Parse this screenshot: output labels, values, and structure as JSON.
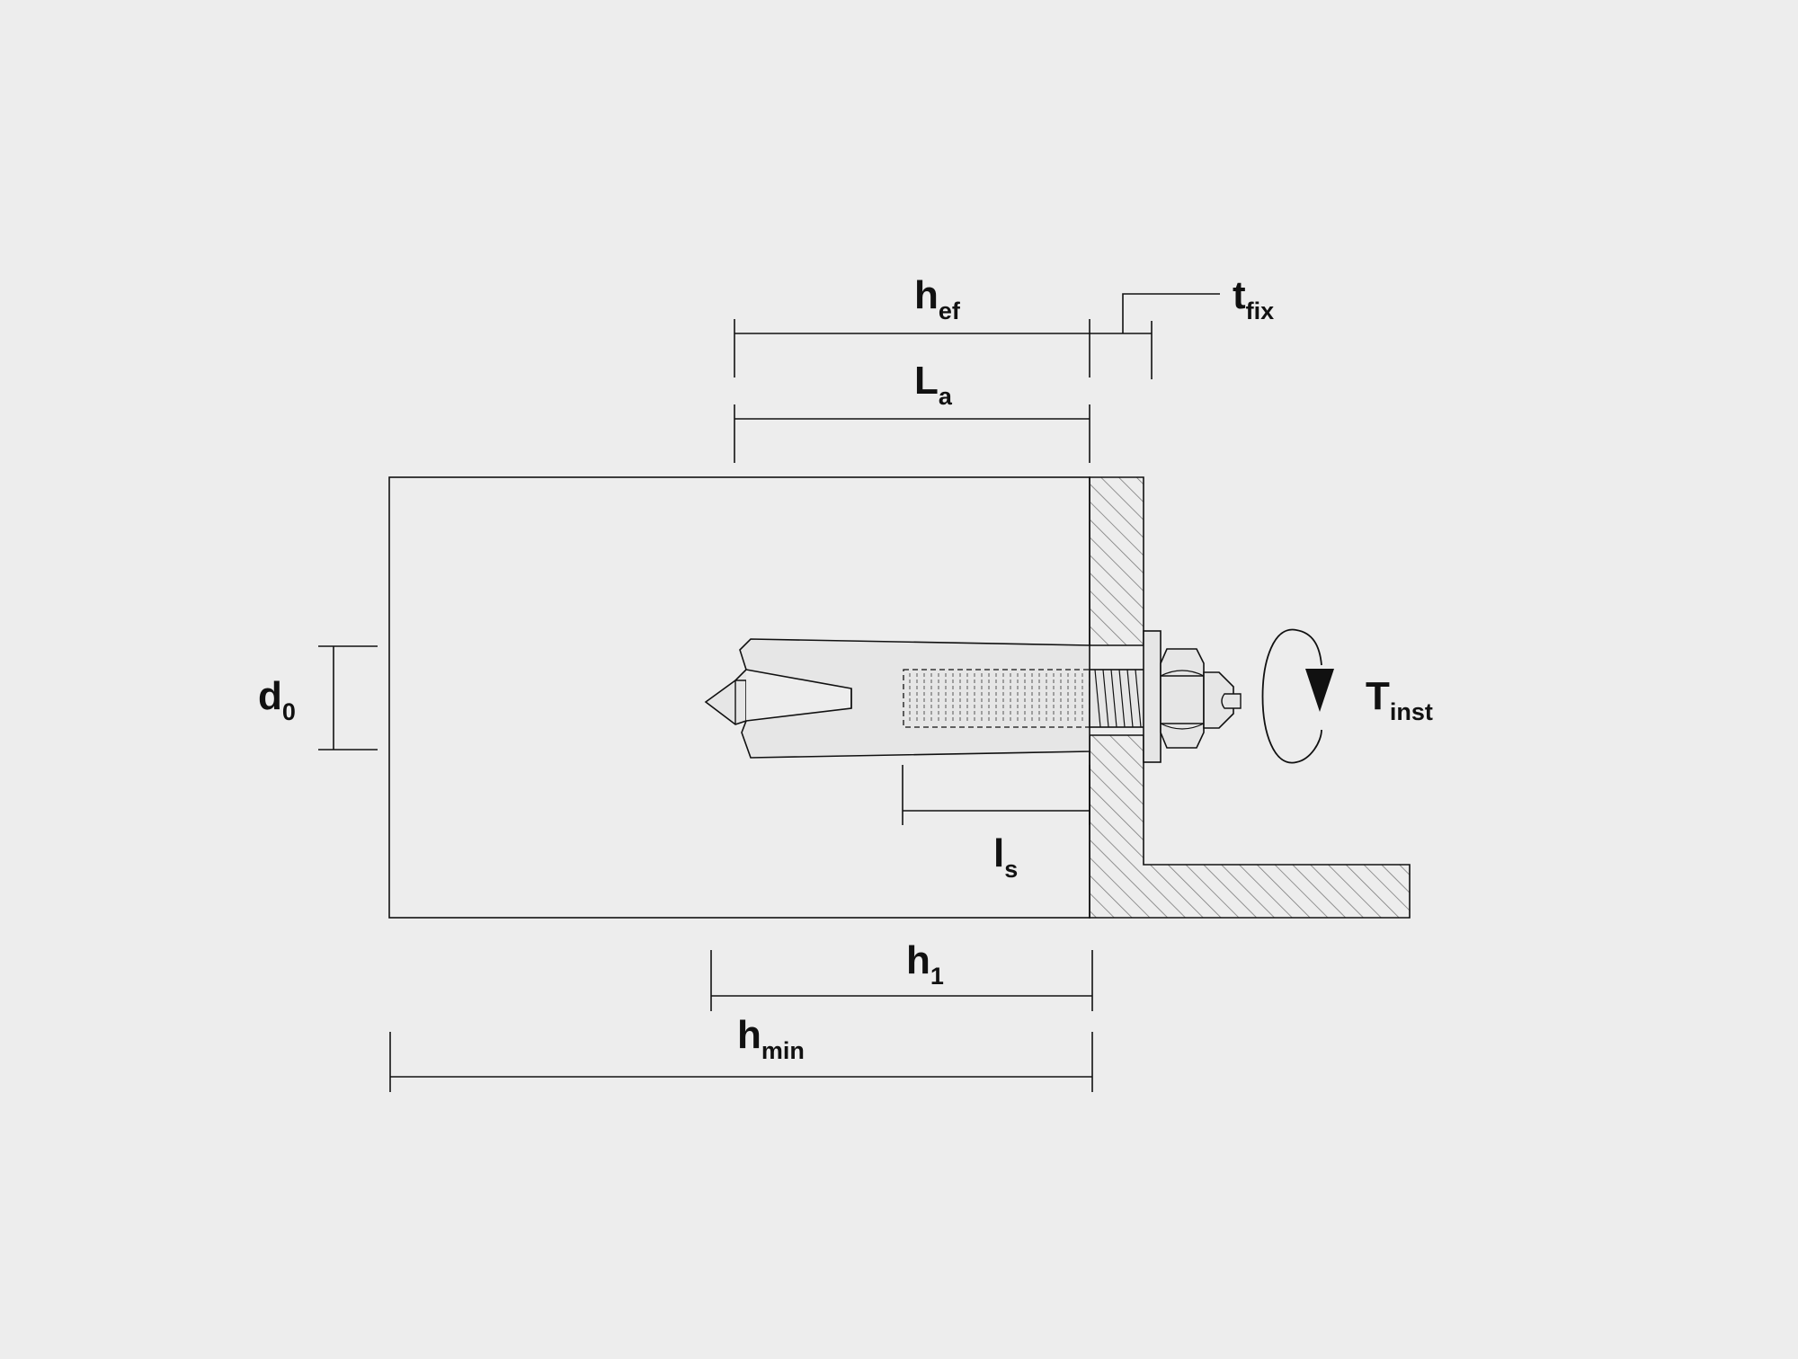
{
  "colors": {
    "background": "#ededed",
    "line": "#111111",
    "hatch": "#7a7a7a",
    "fill": "#e6e6e6"
  },
  "labels": {
    "hef": {
      "main": "h",
      "sub": "ef"
    },
    "tfix": {
      "main": "t",
      "sub": "fix"
    },
    "la": {
      "main": "L",
      "sub": "a"
    },
    "d0": {
      "main": "d",
      "sub": "0"
    },
    "tinst": {
      "main": "T",
      "sub": "inst"
    },
    "ls": {
      "main": "l",
      "sub": "s"
    },
    "h1": {
      "main": "h",
      "sub": "1"
    },
    "hmin": {
      "main": "h",
      "sub": "min"
    }
  }
}
